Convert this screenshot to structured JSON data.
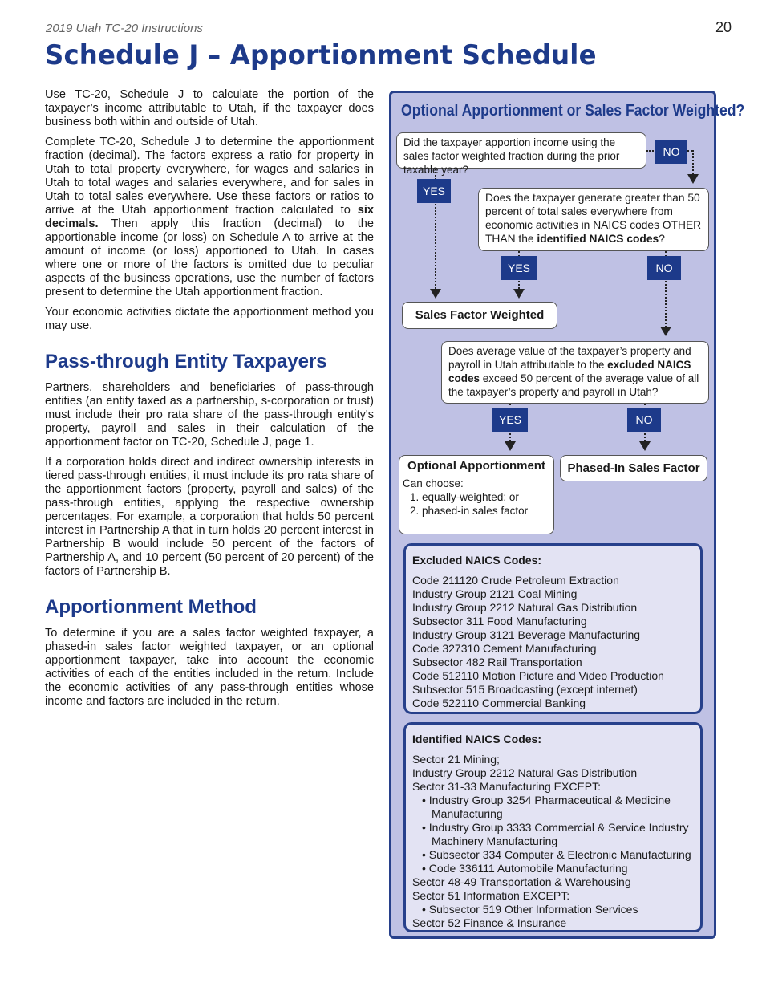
{
  "header": {
    "doc_title": "2019 Utah TC-20 Instructions",
    "page_number": "20"
  },
  "page_title": "Schedule J – Apportionment Schedule",
  "left": {
    "p1": "Use TC-20, Schedule J to calculate the portion of the taxpayer’s income attributable to Utah, if the taxpayer does business both within and outside of Utah.",
    "p2_a": "Complete TC-20, Schedule J to determine the apportionment fraction (decimal). The factors express a ratio for property in Utah to total property everywhere, for wages and salaries in Utah to total wages and salaries everywhere, and for sales in Utah to total sales everywhere. Use these factors or ratios to arrive at the Utah apportionment fraction calculated to ",
    "p2_bold": "six decimals.",
    "p2_b": " Then apply this fraction (decimal) to the apportionable income (or loss) on Schedule A to arrive at the amount of income (or loss) apportioned to Utah. In cases where one or more of the factors is omitted due to peculiar aspects of the business operations, use the number of factors present to determine the Utah apportionment fraction.",
    "p3": "Your economic activities dictate the apportionment method you may use.",
    "h2_1": "Pass-through Entity Taxpayers",
    "p4": "Partners, shareholders and beneficiaries of pass-through entities (an entity taxed as a partnership, s-corporation or trust) must include their pro rata share of the pass-through entity's property, payroll and sales in their calculation of the apportionment factor on TC-20, Schedule J, page 1.",
    "p5": "If a corporation holds direct and indirect ownership interests in tiered pass-through entities, it must include its pro rata share of the apportionment factors (property, payroll and sales) of the pass-through entities, applying the respective ownership percentages. For example, a corporation that holds 50 percent interest in Partnership A that in turn holds 20 percent interest in Partnership B would include 50 percent of the factors of Partnership A, and 10 percent (50 percent of 20 percent) of the factors of Partnership B.",
    "h2_2": "Apportionment Method",
    "p6": "To determine if you are a sales factor weighted taxpayer, a phased-in sales factor weighted taxpayer, or an optional apportionment taxpayer, take into account the economic activities of each of the entities included in the return. Include the economic activities of any pass-through entities whose income and factors are included in the return."
  },
  "flow": {
    "title": "Optional Apportionment or Sales Factor Weighted?",
    "q1": "Did the taxpayer apportion income using the sales factor weighted fraction during the prior taxable year?",
    "q2_a": "Does the taxpayer generate greater than 50 percent of total sales everywhere from economic activities in NAICS codes OTHER THAN the ",
    "q2_bold": "identified NAICS codes",
    "q2_b": "?",
    "q3_a": "Does average value of the taxpayer’s property and payroll in Utah attributable to the ",
    "q3_bold": "excluded NAICS codes",
    "q3_b": " exceed 50 percent of the average value of all the taxpayer’s property and payroll in Utah?",
    "yes": "YES",
    "no": "NO",
    "sfw": "Sales Factor Weighted",
    "opt_title": "Optional Apportionment",
    "opt_can": "Can choose:",
    "opt_1": "1. equally-weighted; or",
    "opt_2": "2. phased-in sales factor",
    "phased": "Phased-In Sales Factor"
  },
  "excluded": {
    "title": "Excluded NAICS Codes:",
    "items": [
      "Code 211120 Crude Petroleum Extraction",
      "Industry Group 2121 Coal Mining",
      "Industry Group 2212 Natural Gas Distribution",
      "Subsector 311 Food Manufacturing",
      "Industry Group 3121 Beverage Manufacturing",
      "Code 327310 Cement Manufacturing",
      "Subsector 482 Rail Transportation",
      "Code 512110 Motion Picture and Video Production",
      "Subsector 515 Broadcasting (except internet)",
      "Code 522110 Commercial Banking"
    ]
  },
  "identified": {
    "title": "Identified NAICS Codes:",
    "l1": "Sector 21 Mining;",
    "l2": "Industry Group 2212 Natural Gas Distribution",
    "l3": "Sector 31-33 Manufacturing EXCEPT:",
    "b1a": "• Industry Group 3254 Pharmaceutical & Medicine",
    "b1b": "Manufacturing",
    "b2a": "• Industry Group 3333 Commercial & Service Industry",
    "b2b": "Machinery Manufacturing",
    "b3": "• Subsector 334 Computer & Electronic Manufacturing",
    "b4": "• Code 336111 Automobile Manufacturing",
    "l4": "Sector 48-49 Transportation & Warehousing",
    "l5": "Sector 51 Information EXCEPT:",
    "b5": "• Subsector 519 Other Information Services",
    "l6": "Sector 52 Finance & Insurance"
  }
}
